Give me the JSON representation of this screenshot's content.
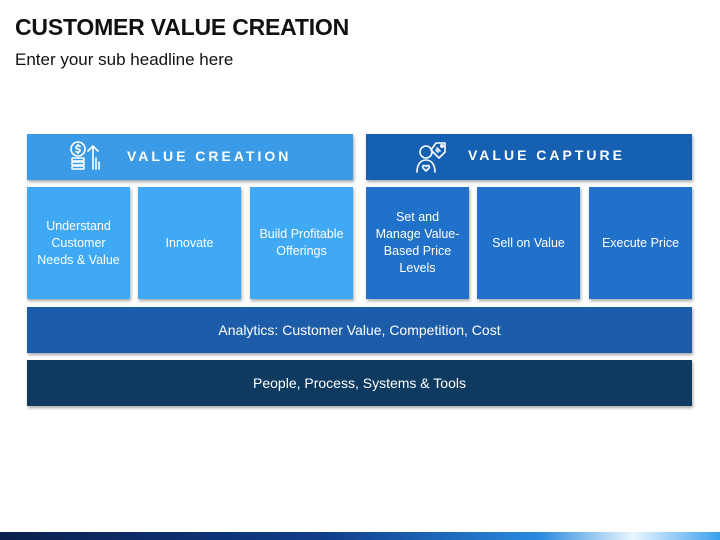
{
  "title": "CUSTOMER VALUE CREATION",
  "subtitle": "Enter your sub headline here",
  "value_creation": {
    "header": "VALUE CREATION",
    "icon": "money-growth-icon",
    "boxes": [
      "Understand Customer Needs & Value",
      "Innovate",
      "Build Profitable Offerings"
    ]
  },
  "value_capture": {
    "header": "VALUE CAPTURE",
    "icon": "price-tag-person-icon",
    "boxes": [
      "Set and Manage Value-Based Price Levels",
      "Sell on Value",
      "Execute Price"
    ]
  },
  "analytics_bar": "Analytics: Customer Value, Competition, Cost",
  "foundation_bar": "People, Process, Systems & Tools",
  "colors": {
    "creation_header": "#3c9be6",
    "creation_box": "#3fa9f5",
    "capture_header": "#1660b3",
    "capture_box": "#1f71c9",
    "analytics": "#1c5ca8",
    "foundation": "#0e3a60"
  }
}
